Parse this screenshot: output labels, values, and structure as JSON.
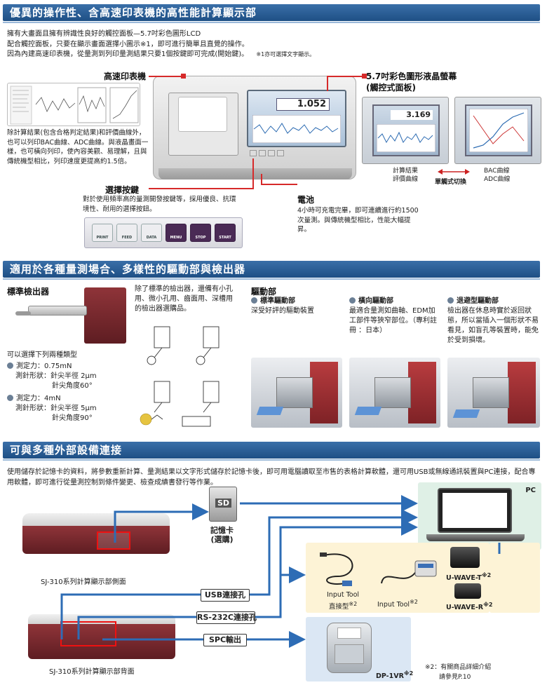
{
  "section1": {
    "title": "優異的操作性、含高速印表機的高性能計算顯示部",
    "intro_line1": "擁有大畫面且擁有辨識性良好的觸控面板—5.7吋彩色圖形LCD",
    "intro_line2": "配合觸控面板，只要在顯示畫面選擇小圖示※1，即可進行簡單且直覺的操作。",
    "intro_line3": "因為內建高速印表機，從量測到列印量測結果只要1個按鍵即可完成(開始鍵)。",
    "intro_note": "※1亦可選擇文字顯示。",
    "printer_label": "高速印表機",
    "printer_desc": "除計算結果(包含合格判定結果)和評價曲線外，也可以列印BAC曲線、ADC曲線。與液晶畫面一樣，也可橫向列印，使內容美觀、易理解，且與傳統機型相比，列印速度更提高約1.5倍。",
    "lcd_label": "5.7吋彩色圖形液晶螢幕",
    "lcd_sublabel": "(觸控式面板)",
    "screen_value": "1.052",
    "screen_value_small": "3.169",
    "caption_left_1": "計算結果",
    "caption_left_2": "評價曲線",
    "caption_mid": "單觸式切換",
    "caption_right_1": "BAC曲線",
    "caption_right_2": "ADC曲線",
    "keys_label": "選擇按鍵",
    "keys_desc": "對於使用頻率高的量測開發按鍵等，採用優良、抗環境性、耐用的選擇按鈕。",
    "battery_label": "電池",
    "battery_desc": "4小時可充電完畢，即可連續進行約1500次量測。與傳統機型相比，性能大幅提昇。",
    "keys": [
      "PRINT",
      "FEED",
      "DATA",
      "MENU",
      "STOP",
      "START"
    ]
  },
  "section2": {
    "title": "適用於各種量測場合、多樣性的驅動部與檢出器",
    "detector_title": "標準檢出器",
    "detector_types_intro": "可以選擇下列兩種類型",
    "type1_force": "測定力：0.75mN",
    "type1_shape": "測針形狀：針尖半徑 2μm",
    "type1_angle": "針尖角度60°",
    "type2_force": "測定力：4mN",
    "type2_shape": "測針形狀：針尖半徑 5μm",
    "type2_angle": "針尖角度90°",
    "other_detectors": "除了標準的檢出器，還備有小孔用、微小孔用、齒面用、深槽用的檢出器選購品。",
    "drive_title": "驅動部",
    "drive1_name": "標準驅動部",
    "drive1_desc": "深受好評的驅動裝置",
    "drive2_name": "橫向驅動部",
    "drive2_desc": "最適合量測如曲軸、EDM加工部件等狹窄部位。（專利註冊 ：日本）",
    "drive3_name": "退避型驅動部",
    "drive3_desc": "檢出器在休息時實於返回狀態，所以當插入一個形狀不易看見，如盲孔等裝置時，能免於受到損壞。"
  },
  "section3": {
    "title": "可與多種外部設備連接",
    "desc": "使用儲存於記憶卡的資料，將參數重新計算、量測結果以文字形式儲存於記憶卡後，即可用電腦讀取至市售的表格計算軟體，還可用USB或無線通訊裝置與PC連接，配合專用軟體，即可進行從量測控制到條件變更、檢查成績書發行等作業。",
    "pc_label": "PC",
    "memory_card_label": "記憶卡",
    "memory_card_sub": "(選購)",
    "side_caption": "SJ-310系列計算顯示部側面",
    "back_caption": "SJ-310系列計算顯示部背面",
    "usb_label": "USB連接孔",
    "rs232_label": "RS-232C連接孔",
    "spc_label": "SPC輸出",
    "input_tool_direct": "Input Tool",
    "input_tool_direct_2": "直接型",
    "input_tool": "Input Tool",
    "uwave_t": "U-WAVE-T",
    "uwave_r": "U-WAVE-R",
    "printer_model": "DP-1VR",
    "note_mark": "※2",
    "footnote_1": "※2：有關商品詳細介紹",
    "footnote_2": "請參見P.10",
    "sd_logo": "SD"
  },
  "colors": {
    "band": "#2a5c95",
    "accent_red": "#d62a2a",
    "arrow_blue": "#2d6cb5",
    "pc_panel": "#dff0e6",
    "device_panel": "#fdf3d6"
  }
}
